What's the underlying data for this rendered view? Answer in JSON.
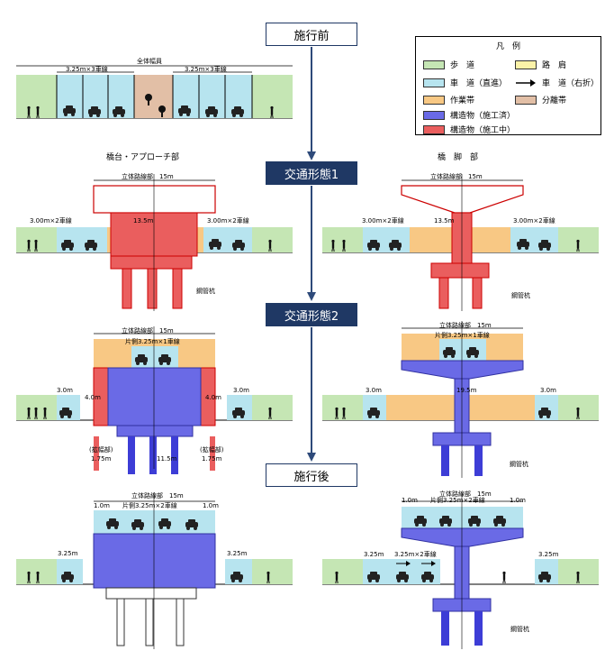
{
  "stages": {
    "before": "施行前",
    "phase1": "交通形態1",
    "phase2": "交通形態2",
    "after": "施行後"
  },
  "sections": {
    "abutment": "橋台・アプローチ部",
    "pier": "橋　脚　部"
  },
  "legend": {
    "title": "凡　例",
    "items": [
      {
        "label": "歩　道",
        "color": "#c5e6b4"
      },
      {
        "label": "路　肩",
        "color": "#fbf2a8"
      },
      {
        "label": "車　道（直進）",
        "color": "#b7e4ef"
      },
      {
        "label": "車　道（右折）",
        "color": "#ffffff"
      },
      {
        "label": "作業帯",
        "color": "#f8c884"
      },
      {
        "label": "分離帯",
        "color": "#e2bfa6"
      },
      {
        "label": "構造物（施工済）",
        "color": "#6a6ae6"
      },
      {
        "label": "構造物（施工中）",
        "color": "#ea5e5e"
      }
    ]
  },
  "labels": {
    "total_width": "全体幅員",
    "lane_3x325": "3.25m×3車線",
    "overpass_15": "立体路線部　15m",
    "lane_2x300": "3.00m×2車線",
    "w135": "13.5m",
    "pile": "鋼管杭",
    "one_side_1lane": "片側3.25m×1車線",
    "one_side_2lane": "片側3.25m×2車線",
    "w30": "3.0m",
    "w40": "4.0m",
    "w195": "19.5m",
    "widen": "(拡幅部)",
    "w175": "1.75m",
    "w115": "11.5m",
    "w10": "1.0m",
    "w325": "3.25m",
    "lane_325x2": "3.25m×2車線"
  }
}
